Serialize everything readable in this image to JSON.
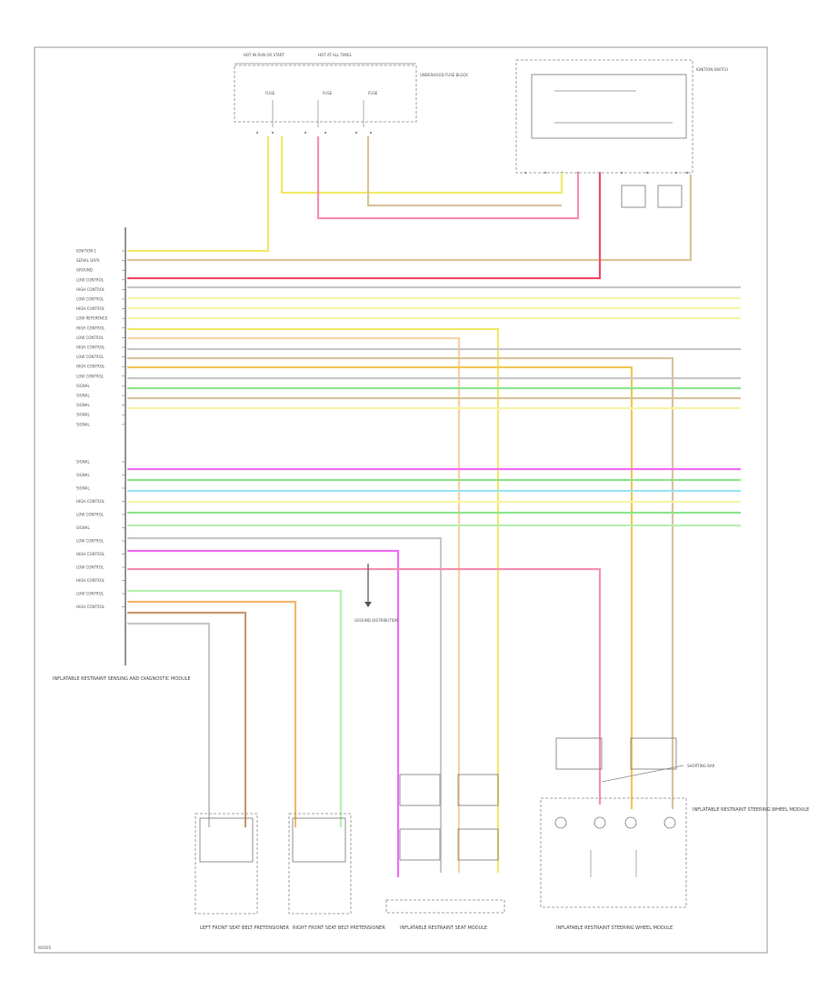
{
  "components": {
    "top_left_header_a": "HOT IN RUN OR START",
    "top_left_header_b": "HOT AT ALL TIMES",
    "fuse_block_label": "UNDERHOOD FUSE BLOCK",
    "fuse_1": "FUSE",
    "fuse_2": "FUSE",
    "fuse_3": "FUSE",
    "ignition_switch_label": "IGNITION SWITCH",
    "ground_dist_label": "GROUND DISTRIBUTION",
    "module_label": "INFLATABLE RESTRAINT SENSING AND DIAGNOSTIC MODULE",
    "left_pretensioner": "LEFT FRONT SEAT BELT PRETENSIONER",
    "right_pretensioner": "RIGHT FRONT SEAT BELT PRETENSIONER",
    "steering_wheel_module": "INFLATABLE RESTRAINT STEERING WHEEL MODULE",
    "seat_module_a": "INFLATABLE RESTRAINT SEAT MODULE",
    "shorting_bar": "SHORTING BAR",
    "figure_id": "W2005"
  },
  "module_pins": [
    "IGNITION 1",
    "SERIAL DATA",
    "GROUND",
    "LOW CONTROL",
    "HIGH CONTROL",
    "LOW CONTROL",
    "HIGH CONTROL",
    "LOW REFERENCE",
    "HIGH CONTROL",
    "LOW CONTROL",
    "HIGH CONTROL",
    "LOW CONTROL",
    "HIGH CONTROL",
    "LOW CONTROL",
    "SIGNAL",
    "SIGNAL",
    "SIGNAL",
    "SIGNAL",
    "SIGNAL",
    "SIGNAL",
    "SIGNAL",
    "SIGNAL",
    "HIGH CONTROL",
    "LOW CONTROL",
    "SIGNAL",
    "LOW CONTROL",
    "HIGH CONTROL",
    "LOW CONTROL",
    "HIGH CONTROL",
    "LOW CONTROL",
    "HIGH CONTROL"
  ],
  "wire_colors": {
    "yellow": "#f2e96a",
    "pink": "#f58fb0",
    "red": "#f04a6a",
    "tan": "#d9c49a",
    "orange": "#f4b76c",
    "lt_orange": "#f7d2a6",
    "green": "#8ee58e",
    "lt_green": "#b6f0b0",
    "blue": "#9be4f2",
    "magenta": "#ef6ef5",
    "brown": "#c79a6a",
    "gold": "#f0c75a",
    "gray": "#c8c8c8",
    "lt_yellow": "#f7f3a8"
  }
}
